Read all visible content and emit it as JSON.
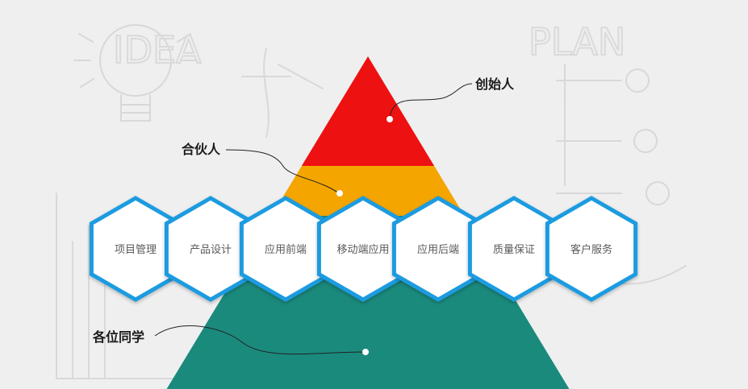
{
  "background": {
    "color": "#efefef",
    "sketch_words": [
      "IDEA",
      "PLAN"
    ]
  },
  "pyramid": {
    "tiers": [
      {
        "id": "top",
        "label": "创始人",
        "color": "#ee1111"
      },
      {
        "id": "middle",
        "label": "合伙人",
        "color": "#f4a500"
      },
      {
        "id": "base",
        "label": "各位同学",
        "color": "#1a8a7c"
      }
    ]
  },
  "hex_style": {
    "border_color": "#1d9be0",
    "fill_color": "#ffffff"
  },
  "hexagons": [
    {
      "id": "project-management",
      "label": "项目管理"
    },
    {
      "id": "product-design",
      "label": "产品设计"
    },
    {
      "id": "frontend",
      "label": "应用前端"
    },
    {
      "id": "mobile",
      "label": "移动端应用"
    },
    {
      "id": "backend",
      "label": "应用后端"
    },
    {
      "id": "qa",
      "label": "质量保证"
    },
    {
      "id": "customer-service",
      "label": "客户服务"
    }
  ]
}
